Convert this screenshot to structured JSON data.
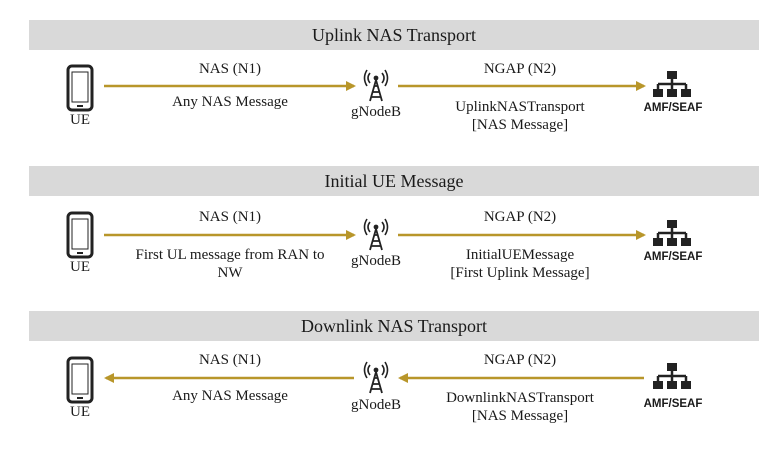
{
  "colors": {
    "arrow": "#B8962A",
    "band": "#D9D9D9",
    "icon": "#222222"
  },
  "icons": {
    "ue": "phone-icon",
    "gnb": "cell-tower-icon",
    "amf": "network-hierarchy-icon"
  },
  "sections": [
    {
      "title": "Uplink NAS Transport",
      "ue_label": "UE",
      "gnb_label": "gNodeB",
      "amf_label": "AMF/SEAF",
      "left_top": "NAS (N1)",
      "left_bottom": "Any NAS Message",
      "right_top": "NGAP (N2)",
      "right_bottom_1": "UplinkNASTransport",
      "right_bottom_2": "[NAS Message]",
      "direction": "uplink"
    },
    {
      "title": "Initial UE Message",
      "ue_label": "UE",
      "gnb_label": "gNodeB",
      "amf_label": "AMF/SEAF",
      "left_top": "NAS (N1)",
      "left_bottom_1": "First UL message from RAN to",
      "left_bottom_2": "NW",
      "right_top": "NGAP (N2)",
      "right_bottom_1": "InitialUEMessage",
      "right_bottom_2": "[First Uplink Message]",
      "direction": "uplink"
    },
    {
      "title": "Downlink NAS Transport",
      "ue_label": "UE",
      "gnb_label": "gNodeB",
      "amf_label": "AMF/SEAF",
      "left_top": "NAS (N1)",
      "left_bottom": "Any NAS Message",
      "right_top": "NGAP (N2)",
      "right_bottom_1": "DownlinkNASTransport",
      "right_bottom_2": "[NAS Message]",
      "direction": "downlink"
    }
  ]
}
